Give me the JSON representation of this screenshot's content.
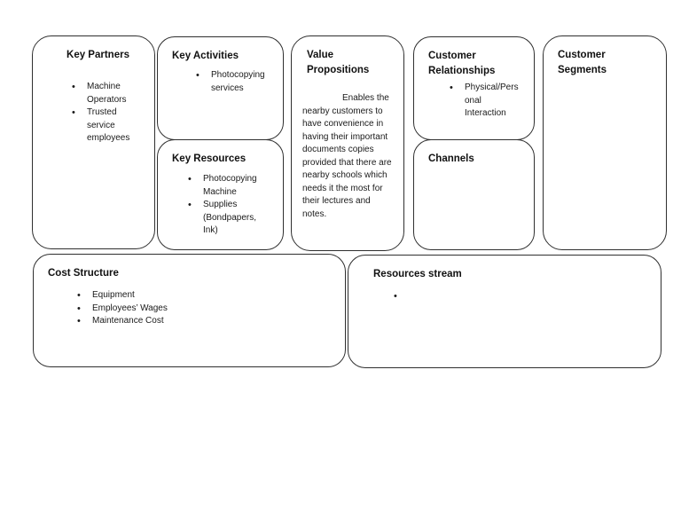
{
  "canvas": {
    "border_color": "#2f2f2f",
    "text_color": "#1a1a1a",
    "background_color": "#ffffff",
    "boxes": {
      "key_partners": {
        "title": "Key Partners",
        "bullets": [
          "Machine\nOperators",
          "Trusted\nservice\nemployees"
        ]
      },
      "key_activities": {
        "title": "Key Activities",
        "bullets": [
          "Photocopying\nservices"
        ]
      },
      "key_resources": {
        "title": "Key Resources",
        "bullets": [
          "Photocopying\nMachine",
          "Supplies\n(Bondpapers,\nInk)"
        ]
      },
      "value_propositions": {
        "title": "Value\nPropositions",
        "paragraph": "Enables the\nnearby customers to\nhave convenience in\nhaving their important\ndocuments copies\nprovided that there are\nnearby schools which\nneeds it the most for\ntheir lectures and\nnotes."
      },
      "customer_relationships": {
        "title": "Customer\nRelationships",
        "bullets": [
          "Physical/Pers\nonal\nInteraction"
        ]
      },
      "channels": {
        "title": "Channels"
      },
      "customer_segments": {
        "title": "Customer\nSegments"
      },
      "cost_structure": {
        "title": "Cost Structure",
        "bullets": [
          "Equipment",
          "Employees’ Wages",
          "Maintenance Cost"
        ]
      },
      "resources_stream": {
        "title": "Resources stream",
        "bullets": [
          ""
        ]
      }
    }
  }
}
